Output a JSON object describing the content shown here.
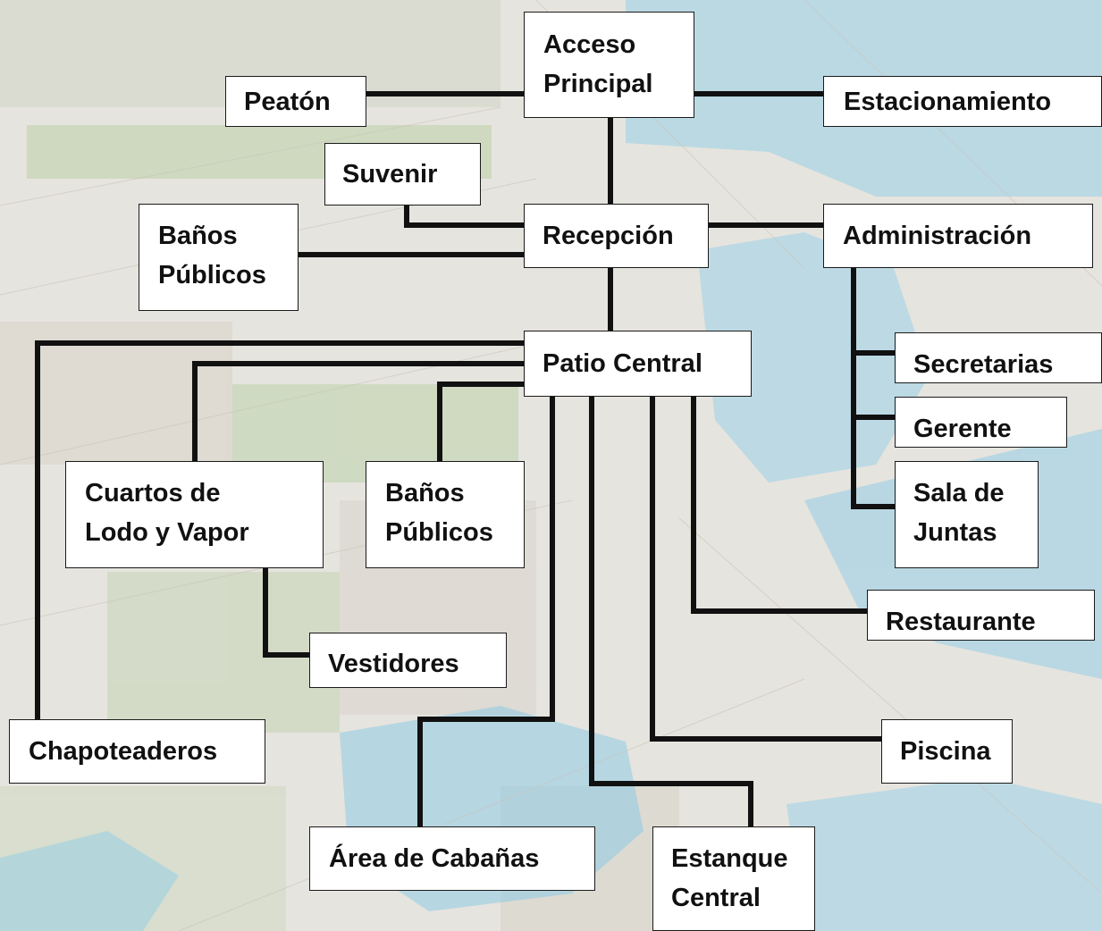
{
  "diagram": {
    "background_description_colors": {
      "water": "#7fc8e6",
      "greenery": "#b7cfa5",
      "paving": "#ddd7cc",
      "line": "#111111"
    },
    "nodes": {
      "acceso_principal": {
        "text": "Acceso\nPrincipal"
      },
      "peaton": {
        "text": "Peatón"
      },
      "estacionamiento": {
        "text": "Estacionamiento"
      },
      "suvenir": {
        "text": "Suvenir"
      },
      "banos_publicos_1": {
        "text": "Baños\nPúblicos"
      },
      "recepcion": {
        "text": "Recepción"
      },
      "administracion": {
        "text": "Administración"
      },
      "secretarias": {
        "text": "Secretarias"
      },
      "gerente": {
        "text": "Gerente"
      },
      "sala_de_juntas": {
        "text": "Sala de\nJuntas"
      },
      "patio_central": {
        "text": "Patio Central"
      },
      "cuartos_lodo_vapor": {
        "text": "Cuartos de\nLodo y Vapor"
      },
      "banos_publicos_2": {
        "text": "Baños\nPúblicos"
      },
      "vestidores": {
        "text": "Vestidores"
      },
      "restaurante": {
        "text": "Restaurante"
      },
      "chapoteaderos": {
        "text": "Chapoteaderos"
      },
      "piscina": {
        "text": "Piscina"
      },
      "area_cabanas": {
        "text": "Área de Cabañas"
      },
      "estanque_central": {
        "text": "Estanque\nCentral"
      }
    },
    "edges": [
      [
        "acceso_principal",
        "peaton"
      ],
      [
        "acceso_principal",
        "estacionamiento"
      ],
      [
        "acceso_principal",
        "recepcion"
      ],
      [
        "recepcion",
        "suvenir"
      ],
      [
        "recepcion",
        "banos_publicos_1"
      ],
      [
        "recepcion",
        "administracion"
      ],
      [
        "administracion",
        "secretarias"
      ],
      [
        "administracion",
        "gerente"
      ],
      [
        "administracion",
        "sala_de_juntas"
      ],
      [
        "recepcion",
        "patio_central"
      ],
      [
        "patio_central",
        "chapoteaderos"
      ],
      [
        "patio_central",
        "cuartos_lodo_vapor"
      ],
      [
        "patio_central",
        "banos_publicos_2"
      ],
      [
        "cuartos_lodo_vapor",
        "vestidores"
      ],
      [
        "patio_central",
        "area_cabanas"
      ],
      [
        "patio_central",
        "estanque_central"
      ],
      [
        "patio_central",
        "piscina"
      ],
      [
        "patio_central",
        "restaurante"
      ]
    ]
  }
}
